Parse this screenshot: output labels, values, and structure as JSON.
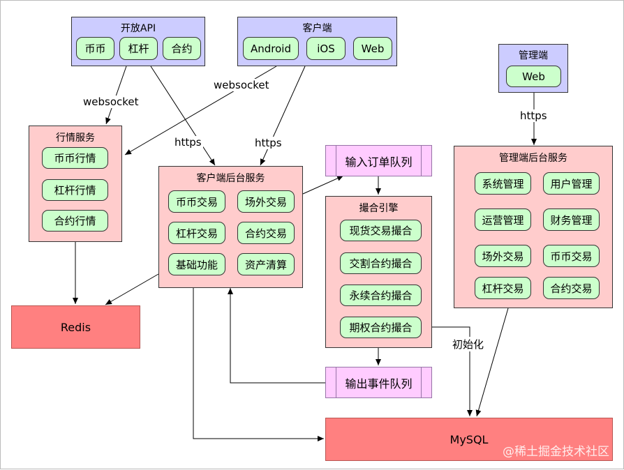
{
  "open_api": {
    "title": "开放API",
    "items": [
      "币币",
      "杠杆",
      "合约"
    ]
  },
  "client": {
    "title": "客户端",
    "items": [
      "Android",
      "iOS",
      "Web"
    ]
  },
  "admin_client": {
    "title": "管理端",
    "items": [
      "Web"
    ]
  },
  "market_service": {
    "title": "行情服务",
    "items": [
      "币币行情",
      "杠杆行情",
      "合约行情"
    ]
  },
  "client_backend": {
    "title": "客户端后台服务",
    "items": [
      "币币交易",
      "场外交易",
      "杠杆交易",
      "合约交易",
      "基础功能",
      "资产清算"
    ]
  },
  "input_queue": {
    "label": "输入订单队列"
  },
  "match_engine": {
    "title": "撮合引擎",
    "items": [
      "现货交易撮合",
      "交割合约撮合",
      "永续合约撮合",
      "期权合约撮合"
    ]
  },
  "output_queue": {
    "label": "输出事件队列"
  },
  "admin_backend": {
    "title": "管理端后台服务",
    "items": [
      "系统管理",
      "用户管理",
      "运营管理",
      "财务管理",
      "场外交易",
      "币币交易",
      "杠杆交易",
      "合约交易"
    ]
  },
  "redis": {
    "label": "Redis"
  },
  "mysql": {
    "label": "MySQL"
  },
  "edge_labels": {
    "websocket_left": "websocket",
    "websocket_right": "websocket",
    "https_openapi": "https",
    "https_client": "https",
    "https_admin": "https",
    "init": "初始化"
  },
  "watermark": "@稀土掘金技术社区",
  "colors": {
    "client_box": "#ccccff",
    "service_box": "#ffcccc",
    "pill": "#ccffcc",
    "storage": "#ff8080",
    "queue": "#ffccff"
  }
}
